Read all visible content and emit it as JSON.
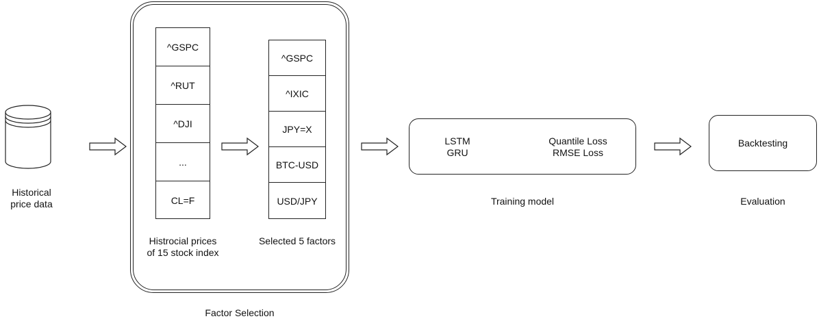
{
  "source": {
    "label_line1": "Historical",
    "label_line2": "price data"
  },
  "factor_selection": {
    "title": "Factor Selection",
    "all_prices": {
      "items": [
        "^GSPC",
        "^RUT",
        "^DJI",
        "...",
        "CL=F"
      ],
      "caption_line1": "Histrocial prices",
      "caption_line2": "of 15 stock index"
    },
    "selected": {
      "items": [
        "^GSPC",
        "^IXIC",
        "JPY=X",
        "BTC-USD",
        "USD/JPY"
      ],
      "caption": "Selected 5 factors"
    }
  },
  "training": {
    "models": [
      "LSTM",
      "GRU"
    ],
    "losses": [
      "Quantile Loss",
      "RMSE Loss"
    ],
    "caption": "Training model"
  },
  "evaluation": {
    "box_label": "Backtesting",
    "caption": "Evaluation"
  }
}
